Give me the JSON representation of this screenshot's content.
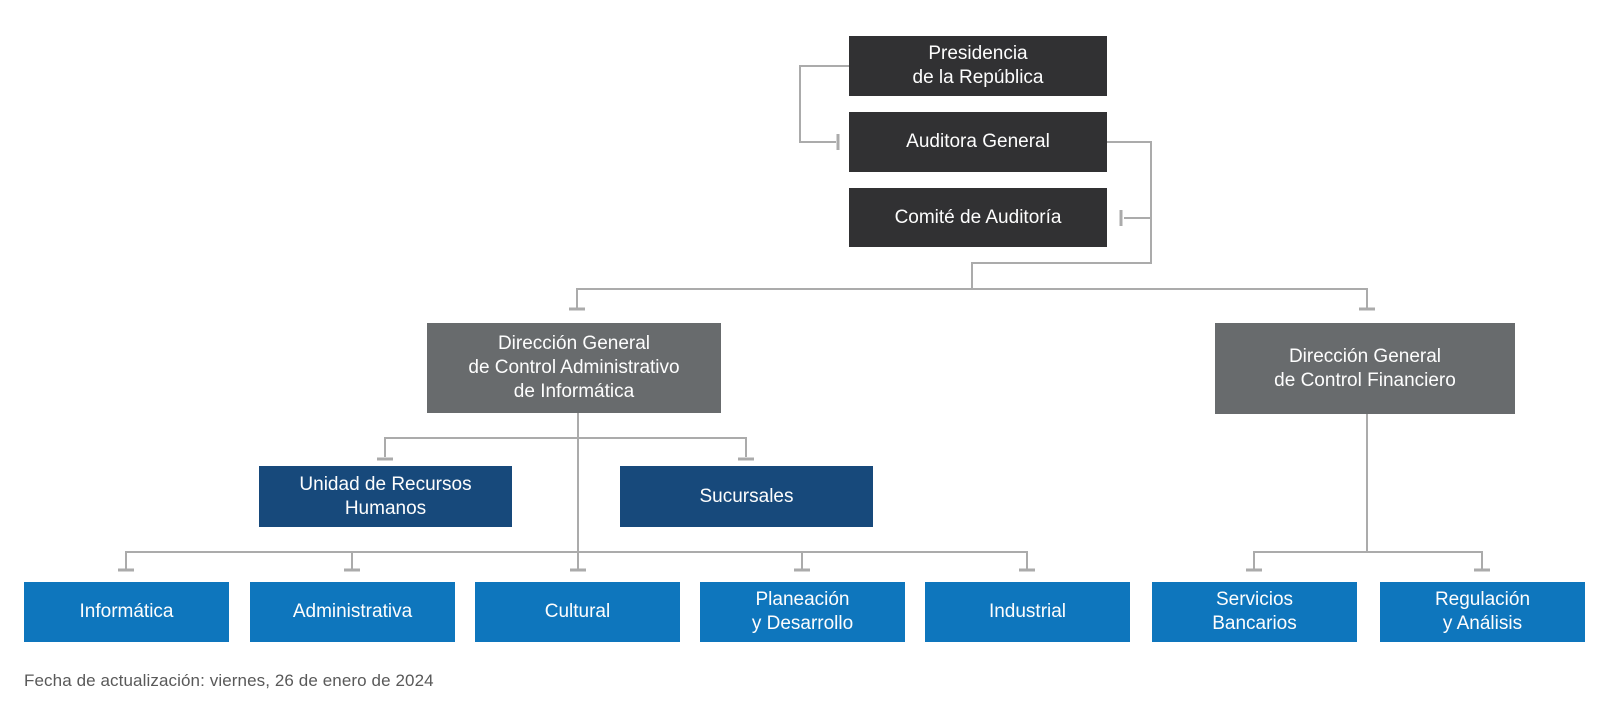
{
  "colors": {
    "executive": "#313133",
    "direction": "#686B6D",
    "unit": "#17497B",
    "department": "#0E76BD",
    "connector": "#ABABAB",
    "footer_text": "#595959"
  },
  "nodes": {
    "presidencia": {
      "label": "Presidencia\nde la República"
    },
    "auditora": {
      "label": "Auditora General"
    },
    "comite": {
      "label": "Comité de Auditoría"
    },
    "dir_admin": {
      "label": "Dirección General\nde Control Administrativo\nde Informática"
    },
    "dir_fin": {
      "label": "Dirección General\nde Control Financiero"
    },
    "rrhh": {
      "label": "Unidad de Recursos\nHumanos"
    },
    "sucursales": {
      "label": "Sucursales"
    },
    "informatica": {
      "label": "Informática"
    },
    "administrativa": {
      "label": "Administrativa"
    },
    "cultural": {
      "label": "Cultural"
    },
    "planeacion": {
      "label": "Planeación\ny Desarrollo"
    },
    "industrial": {
      "label": "Industrial"
    },
    "servicios": {
      "label": "Servicios\nBancarios"
    },
    "regulacion": {
      "label": "Regulación\ny Análisis"
    }
  },
  "footer": {
    "update_date": "Fecha de actualización: viernes, 26 de enero de 2024"
  }
}
